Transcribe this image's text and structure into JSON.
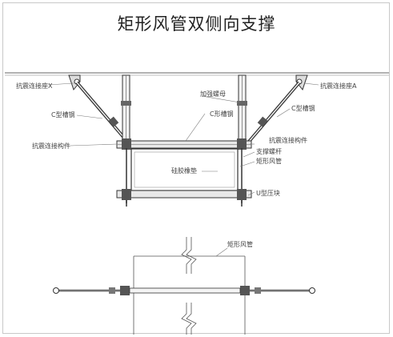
{
  "title": "矩形风管双侧向支撑",
  "labels": {
    "anchor_left": "抗震连接座X",
    "anchor_right": "抗震连接座A",
    "c_channel_left": "C型槽钢",
    "c_channel_right": "C型槽钢",
    "reinforced_nut": "加强螺母",
    "c_channel_center": "C形槽钢",
    "seismic_conn_left": "抗震连接构件",
    "seismic_conn_right": "抗震连接构件",
    "support_rod": "支撑螺杆",
    "rect_duct": "矩形风管",
    "rubber_pad": "硅胶橡垫",
    "u_clamp": "U型压块",
    "rect_duct_plan": "矩形风管"
  },
  "colors": {
    "line": "#333333",
    "grey": "#888888",
    "light": "#bbbbbb"
  }
}
